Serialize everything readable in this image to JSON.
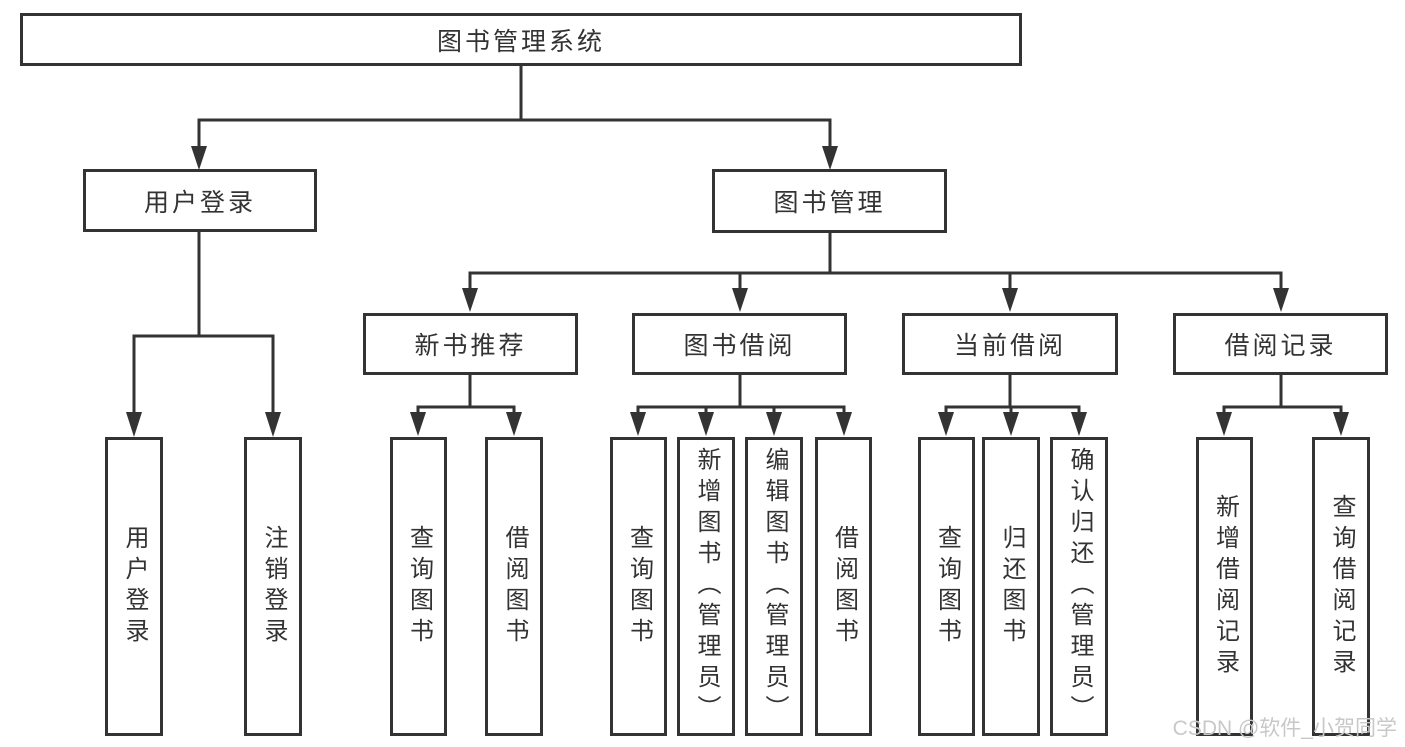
{
  "diagram": {
    "root": "图书管理系统",
    "level2": [
      "用户登录",
      "图书管理"
    ],
    "level3": [
      "新书推荐",
      "图书借阅",
      "当前借阅",
      "借阅记录"
    ],
    "leaves": {
      "user_login": [
        "用户登录",
        "注销登录"
      ],
      "new_book": [
        "查询图书",
        "借阅图书"
      ],
      "book_borrow": [
        "查询图书",
        "新增图书（管理员）",
        "编辑图书（管理员）",
        "借阅图书"
      ],
      "current_borrow": [
        "查询图书",
        "归还图书",
        "确认归还（管理员）"
      ],
      "borrow_records": [
        "新增借阅记录",
        "查询借阅记录"
      ]
    },
    "watermark": "CSDN @软件_小贺同学",
    "colors": {
      "line": "#333333",
      "text": "#333333",
      "watermark": "#c8c8c8",
      "background": "#ffffff"
    }
  }
}
